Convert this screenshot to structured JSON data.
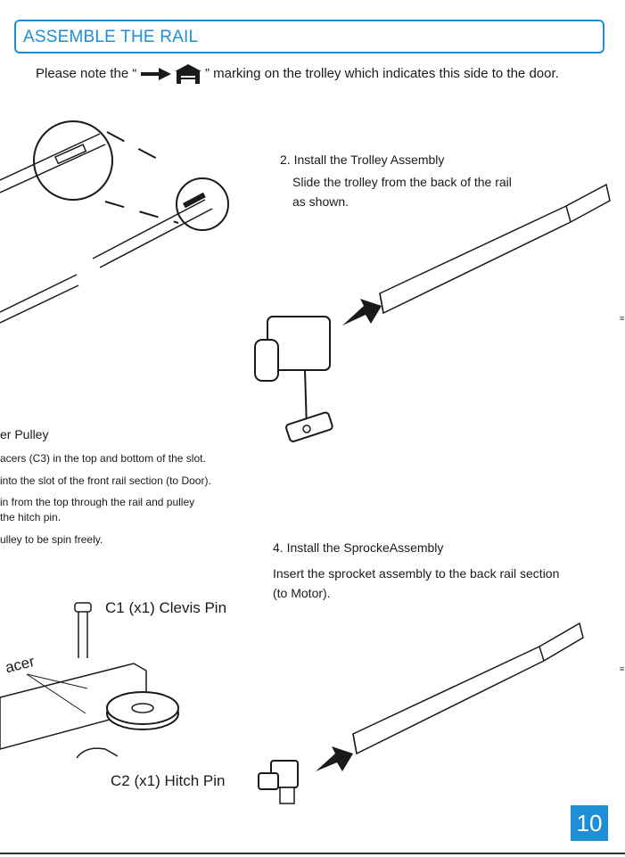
{
  "header": {
    "title": "ASSEMBLE THE RAIL"
  },
  "note": {
    "before": "Please note the “",
    "after": "” marking on the trolley which indicates this side to the door."
  },
  "step2": {
    "title": "2. Install the Trolley Assembly",
    "line1": "Slide the trolley from the back of the rail",
    "line2": "as shown."
  },
  "step3": {
    "title": "er Pulley",
    "lines": [
      "acers (C3) in the top and bottom of the slot.",
      " into the slot of the front rail section (to Door).",
      "in from the top through the rail and pulley",
      " the hitch pin.",
      "ulley to be spin freely."
    ]
  },
  "step4": {
    "title": "4. Install the SprockeAssembly",
    "line1": "Insert the sprocket assembly to the back rail section",
    "line2": "(to Motor)."
  },
  "parts": {
    "c1": "C1 (x1) Clevis Pin",
    "c2": "C2 (x1) Hitch Pin",
    "spacer": "acer"
  },
  "page_number": "10",
  "colors": {
    "accent": "#1e8fd6",
    "line": "#1a1a1a"
  },
  "icons": [
    "arrow-right-icon",
    "garage-house-icon"
  ]
}
